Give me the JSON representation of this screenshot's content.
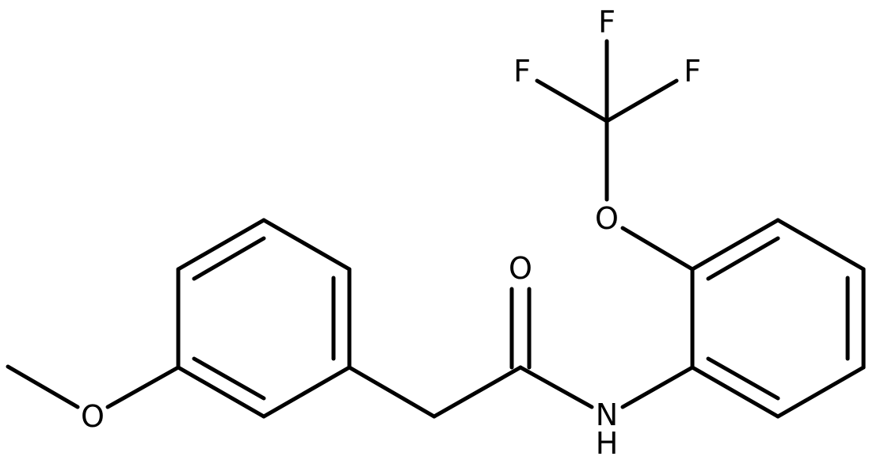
{
  "molecule": {
    "atoms": {
      "F_top": "F",
      "F_left": "F",
      "F_right": "F",
      "O_ether_cf3": "O",
      "O_carbonyl": "O",
      "N_amide": "N",
      "H_amide": "H",
      "O_methoxy": "O"
    }
  }
}
